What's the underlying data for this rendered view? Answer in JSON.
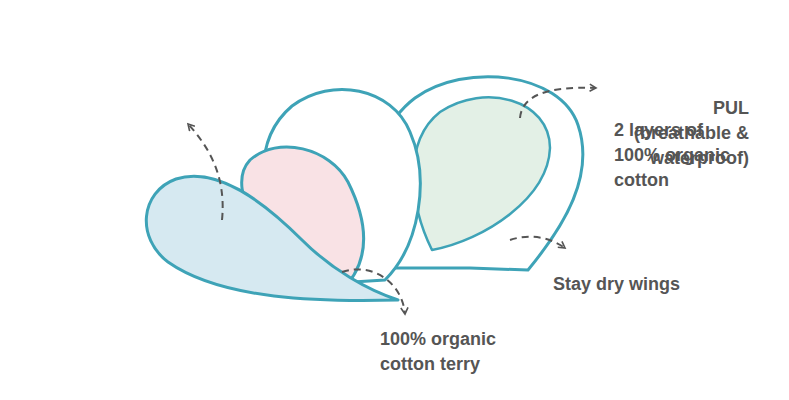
{
  "diagram": {
    "labels": [
      "PUL (breathable & waterproof)",
      "2 layers of 100% organic cotton",
      "Stay dry wings",
      "100% organic cotton terry"
    ]
  }
}
